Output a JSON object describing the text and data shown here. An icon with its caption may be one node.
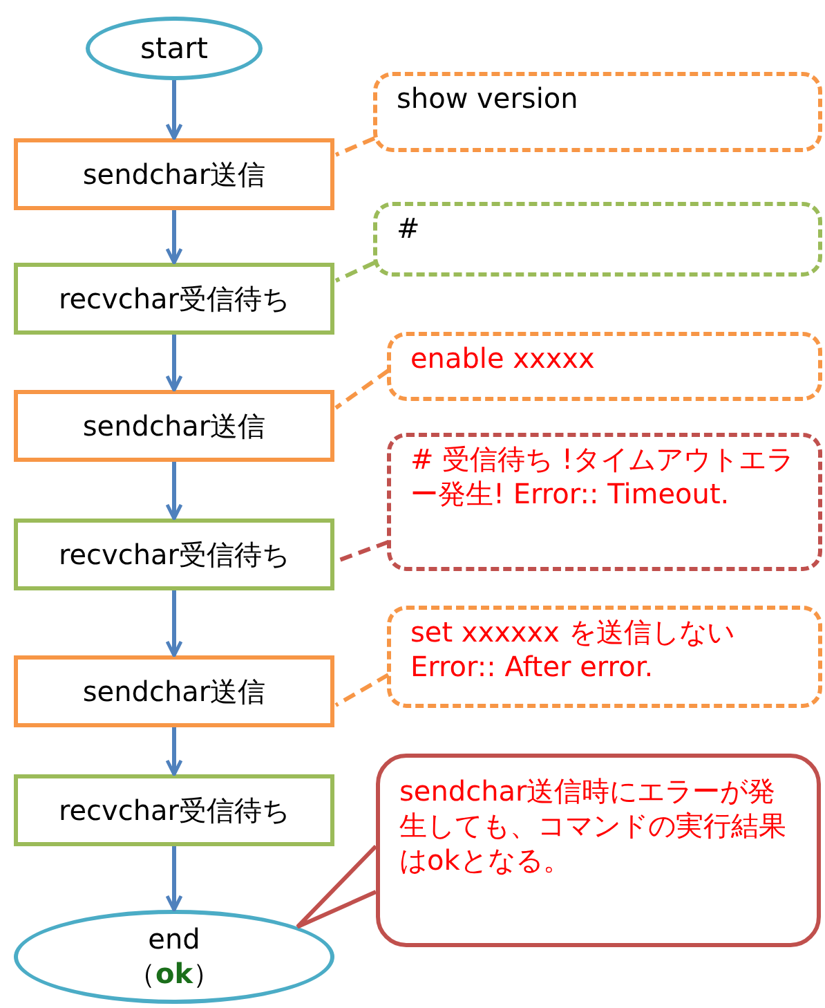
{
  "diagram": {
    "nodes": [
      {
        "text": [
          "start"
        ]
      },
      {
        "text": [
          "sendchar送信"
        ]
      },
      {
        "text": [
          "recvchar受信待ち"
        ]
      },
      {
        "text": [
          "sendchar送信"
        ]
      },
      {
        "text": [
          "recvchar受信待ち"
        ]
      },
      {
        "text": [
          "sendchar送信"
        ]
      },
      {
        "text": [
          "recvchar受信待ち"
        ]
      },
      {
        "text": [
          "end",
          "（**ok**）"
        ]
      },
      {
        "text": [
          "show version"
        ]
      },
      {
        "text": [
          "#"
        ]
      },
      {
        "text": [
          "enable xxxxx"
        ]
      },
      {
        "text": [
          "# 受信待ち !タイムアウトエラー発生! Error:: Timeout."
        ]
      },
      {
        "text": [
          "set xxxxxx を送信しない Error:: After error."
        ]
      },
      {
        "text": [
          "sendchar送信時にエラーが発生しても、コマンドの実行結果はokとなる。"
        ]
      }
    ],
    "edges": [
      {
        "from": 0,
        "to": 1,
        "arrow": "to"
      },
      {
        "from": 1,
        "to": 2,
        "arrow": "to"
      },
      {
        "from": 2,
        "to": 3,
        "arrow": "to"
      },
      {
        "from": 3,
        "to": 4,
        "arrow": "to"
      },
      {
        "from": 4,
        "to": 5,
        "arrow": "to"
      },
      {
        "from": 5,
        "to": 6,
        "arrow": "to"
      },
      {
        "from": 6,
        "to": 7,
        "arrow": "to"
      },
      {
        "from": 8,
        "to": 1,
        "arrow": "none",
        "style": "dashed",
        "color": "#f79646"
      },
      {
        "from": 9,
        "to": 2,
        "arrow": "none",
        "style": "dashed",
        "color": "#9bbb59"
      },
      {
        "from": 10,
        "to": 3,
        "arrow": "none",
        "style": "dashed",
        "color": "#f79646"
      },
      {
        "from": 11,
        "to": 4,
        "arrow": "none",
        "style": "dashed",
        "color": "#c0504d"
      },
      {
        "from": 12,
        "to": 5,
        "arrow": "none",
        "style": "dashed",
        "color": "#f79646"
      },
      {
        "from": 13,
        "to": 7,
        "arrow": "none",
        "color": "#c0504d"
      }
    ]
  }
}
